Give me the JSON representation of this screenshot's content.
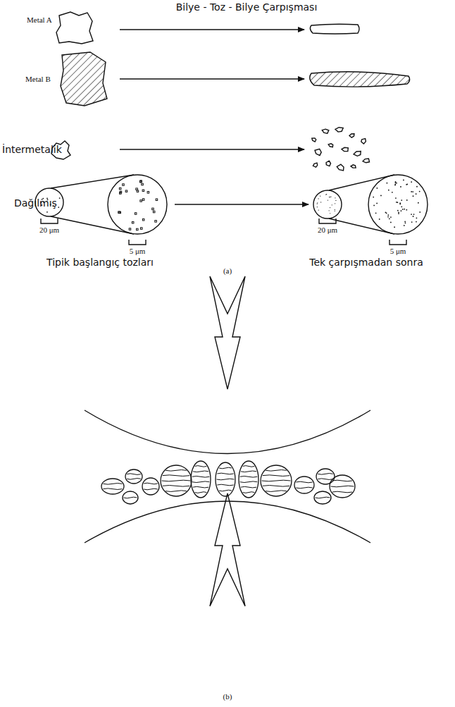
{
  "diagram": {
    "title": "Bilye - Toz - Bilye Çarpışması",
    "labels": [
      "Metal A",
      "Metal B",
      "İntermetalik",
      "Dağılmış",
      "20 μm",
      "5 μm",
      "20 μm",
      "5 μm",
      "Tipik başlangıç tozları",
      "Tek çarpışmadan sonra",
      "(a)",
      "(b)"
    ]
  }
}
